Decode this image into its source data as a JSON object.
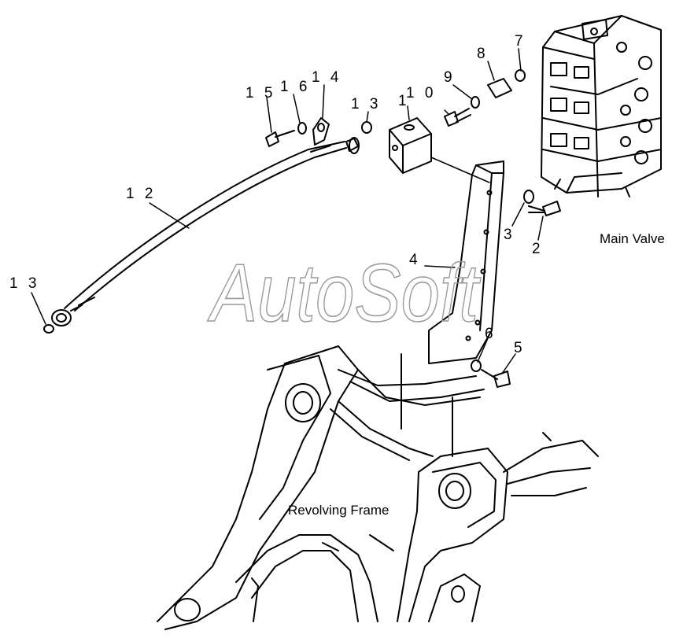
{
  "callouts": [
    "1",
    "2",
    "3",
    "4",
    "5",
    "6",
    "7",
    "8",
    "9",
    "10",
    "12",
    "13",
    "13",
    "14",
    "15",
    "16"
  ],
  "callout_text": {
    "c1": "1",
    "c2": "2",
    "c3": "3",
    "c4": "4",
    "c5": "5",
    "c6": "6",
    "c7": "7",
    "c8": "8",
    "c9": "9",
    "c10": "1 0",
    "c12": "1 2",
    "c13a": "1 3",
    "c13b": "1 3",
    "c14": "1 4",
    "c15": "1 5",
    "c16": "1 6"
  },
  "labels": {
    "main_valve": "Main Valve",
    "revolving_frame": "Revolving Frame"
  },
  "watermark": "AutoSoft",
  "colors": {
    "line": "#000000",
    "watermark": "#9a9a9a",
    "background": "#ffffff"
  }
}
